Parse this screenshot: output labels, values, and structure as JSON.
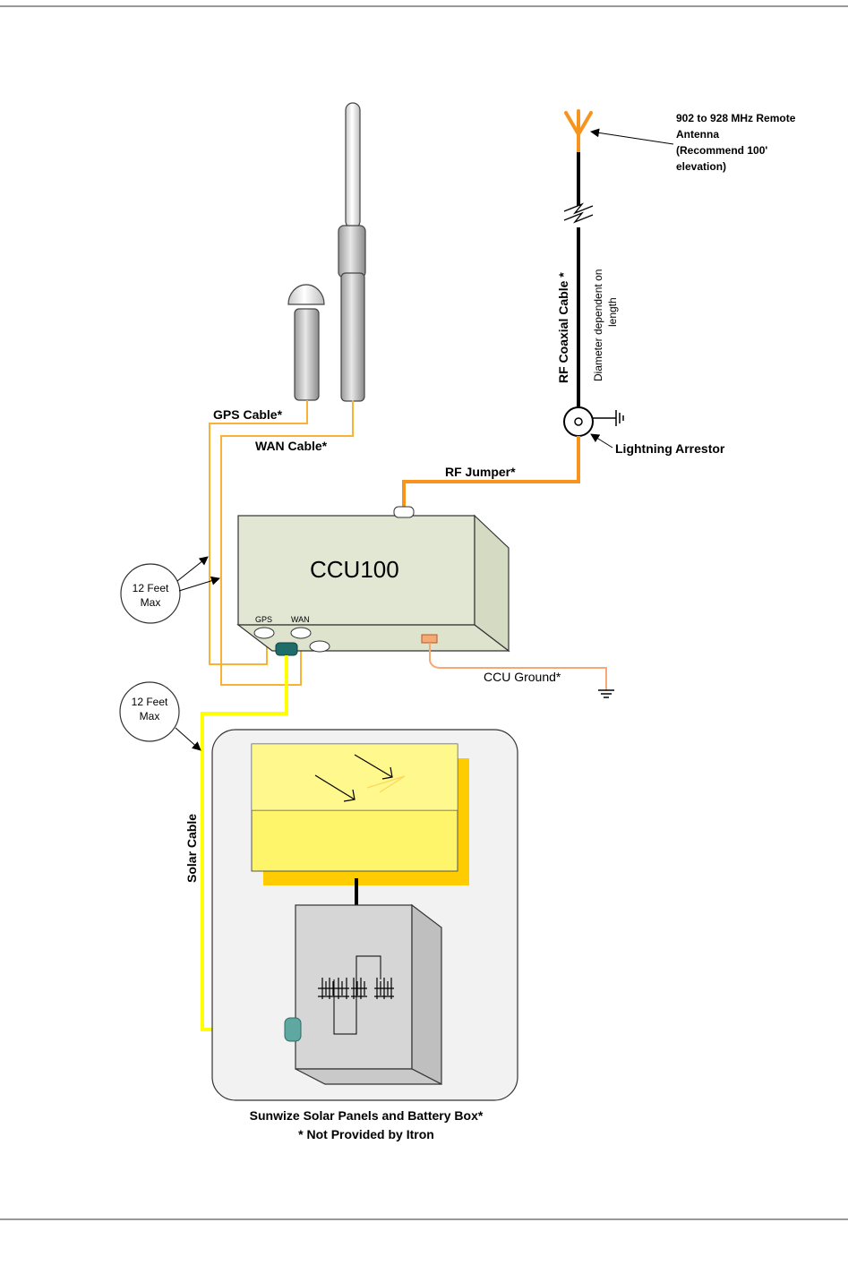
{
  "labels": {
    "antenna_l1": "902 to 928 MHz Remote",
    "antenna_l2": "Antenna",
    "antenna_l3": "(Recommend 100'",
    "antenna_l4": "elevation)",
    "rf_coaxial": "RF Coaxial Cable *",
    "diameter_l1": "Diameter dependent on",
    "diameter_l2": "length",
    "lightning_arrestor": "Lightning Arrestor",
    "gps_cable": "GPS Cable*",
    "wan_cable": "WAN Cable*",
    "rf_jumper": "RF Jumper*",
    "ccu_title": "CCU100",
    "port_gps": "GPS",
    "port_wan": "WAN",
    "ccu_ground": "CCU Ground*",
    "callout1_l1": "12 Feet",
    "callout1_l2": "Max",
    "callout2_l1": "12 Feet",
    "callout2_l2": "Max",
    "solar_cable": "Solar Cable",
    "sunwize": "Sunwize Solar Panels and Battery Box*",
    "not_provided": "* Not Provided by Itron"
  },
  "colors": {
    "orange_cable": "#f7941d",
    "thin_orange_cable": "#f9b233",
    "solar_yellow": "#ffff00",
    "ccu_fill": "#e4e9d9",
    "panel_yellow": "#fff176",
    "box_gray": "#d9d9d9"
  }
}
